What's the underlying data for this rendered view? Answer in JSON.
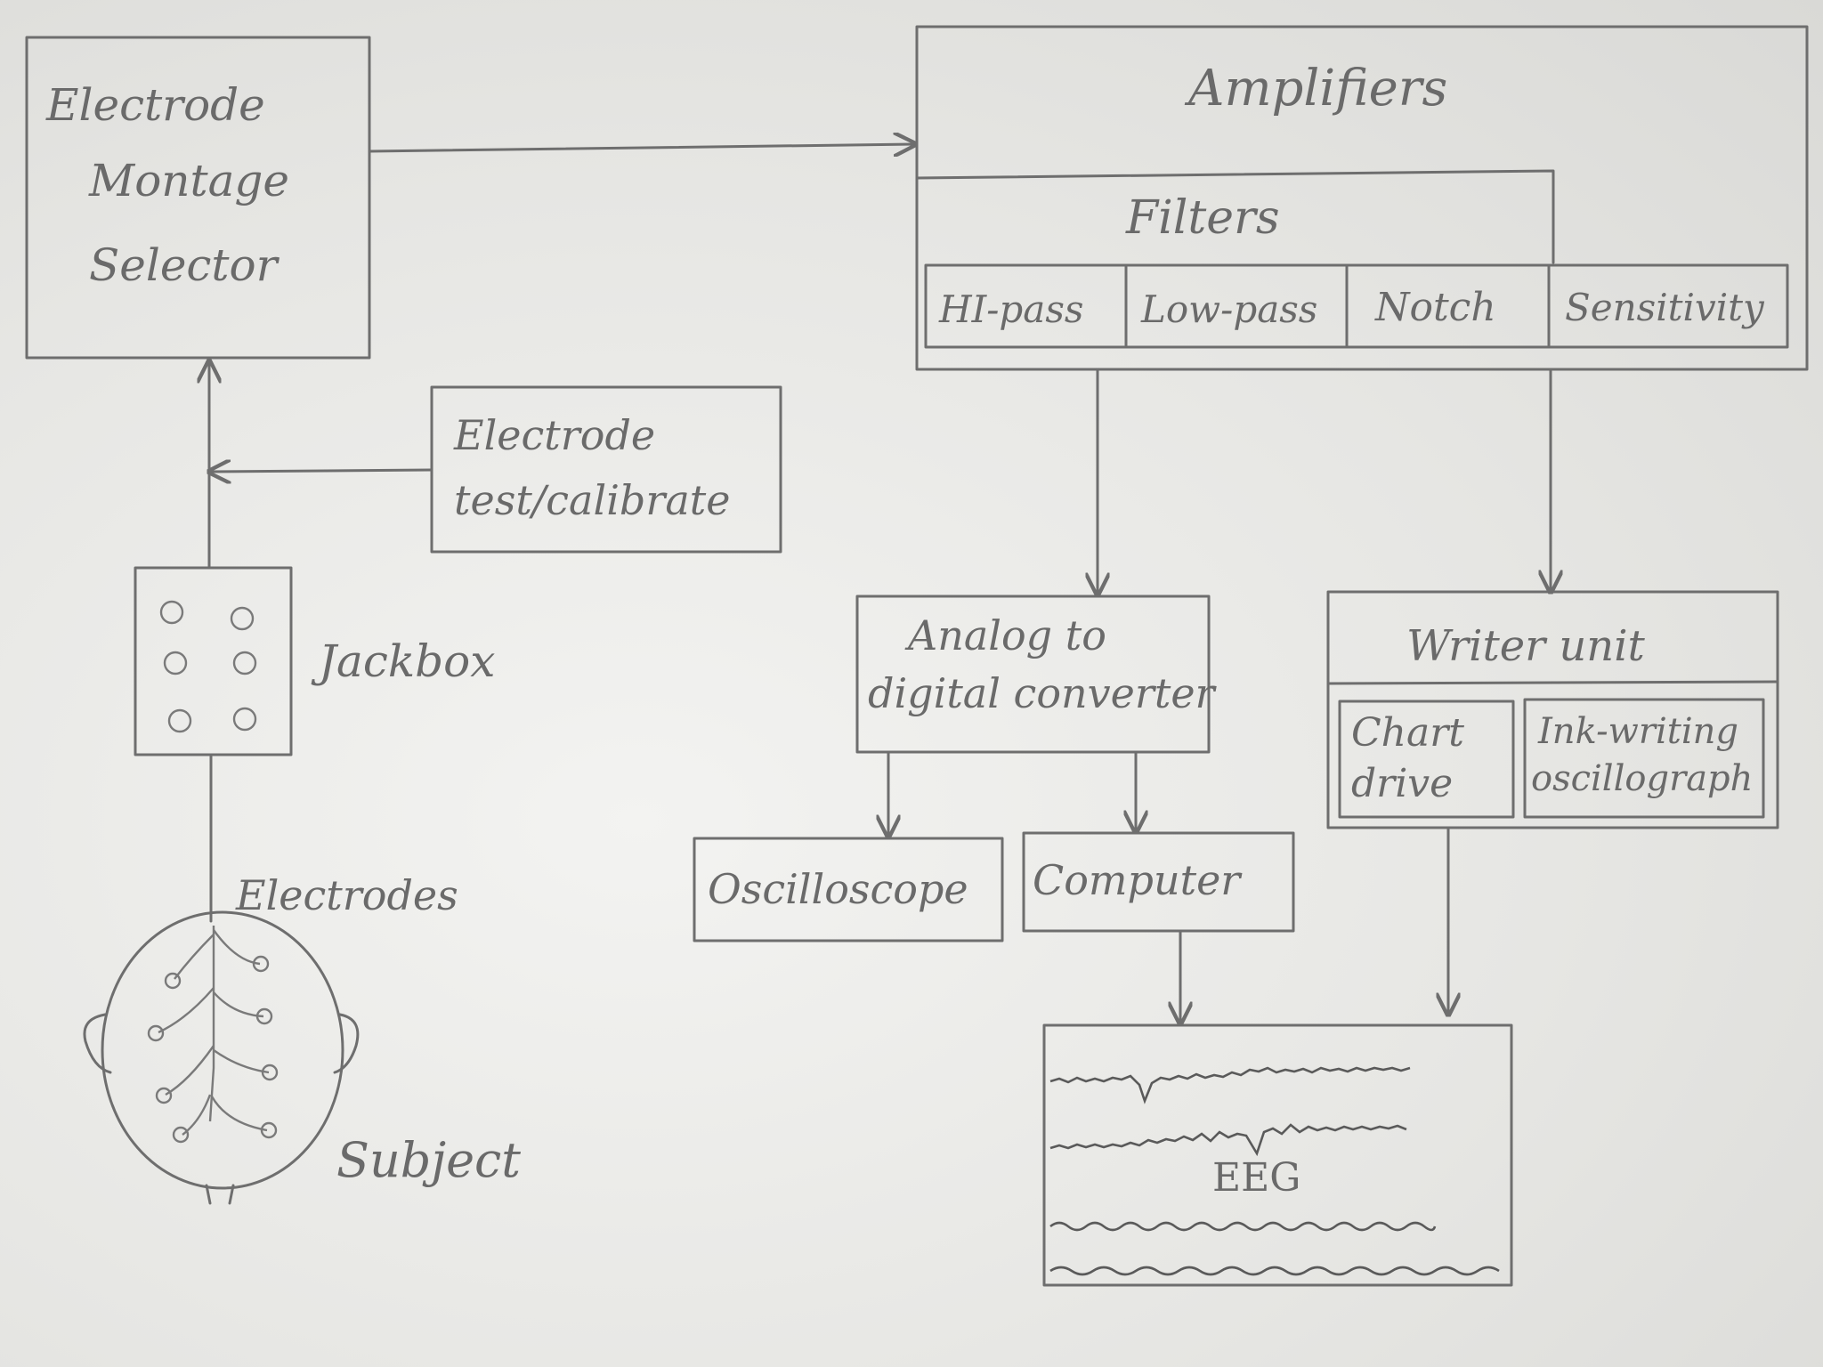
{
  "diagram": {
    "blocks": {
      "montage": [
        "Electrode",
        "Montage",
        "Selector"
      ],
      "amplifiers": "Amplifiers",
      "filters": "Filters",
      "hipass": "HI-pass",
      "lowpass": "Low-pass",
      "notch": "Notch",
      "sensitivity": "Sensitivity",
      "test": [
        "Electrode",
        "test/calibrate"
      ],
      "jackbox": "Jackbox",
      "electrodes": "Electrodes",
      "subject": "Subject",
      "adc": [
        "Analog to",
        "digital converter"
      ],
      "writer": "Writer unit",
      "chart": [
        "Chart",
        "drive"
      ],
      "ink": [
        "Ink-writing",
        "oscillograph"
      ],
      "oscilloscope": "Oscilloscope",
      "computer": "Computer",
      "eeg": "EEG"
    }
  }
}
